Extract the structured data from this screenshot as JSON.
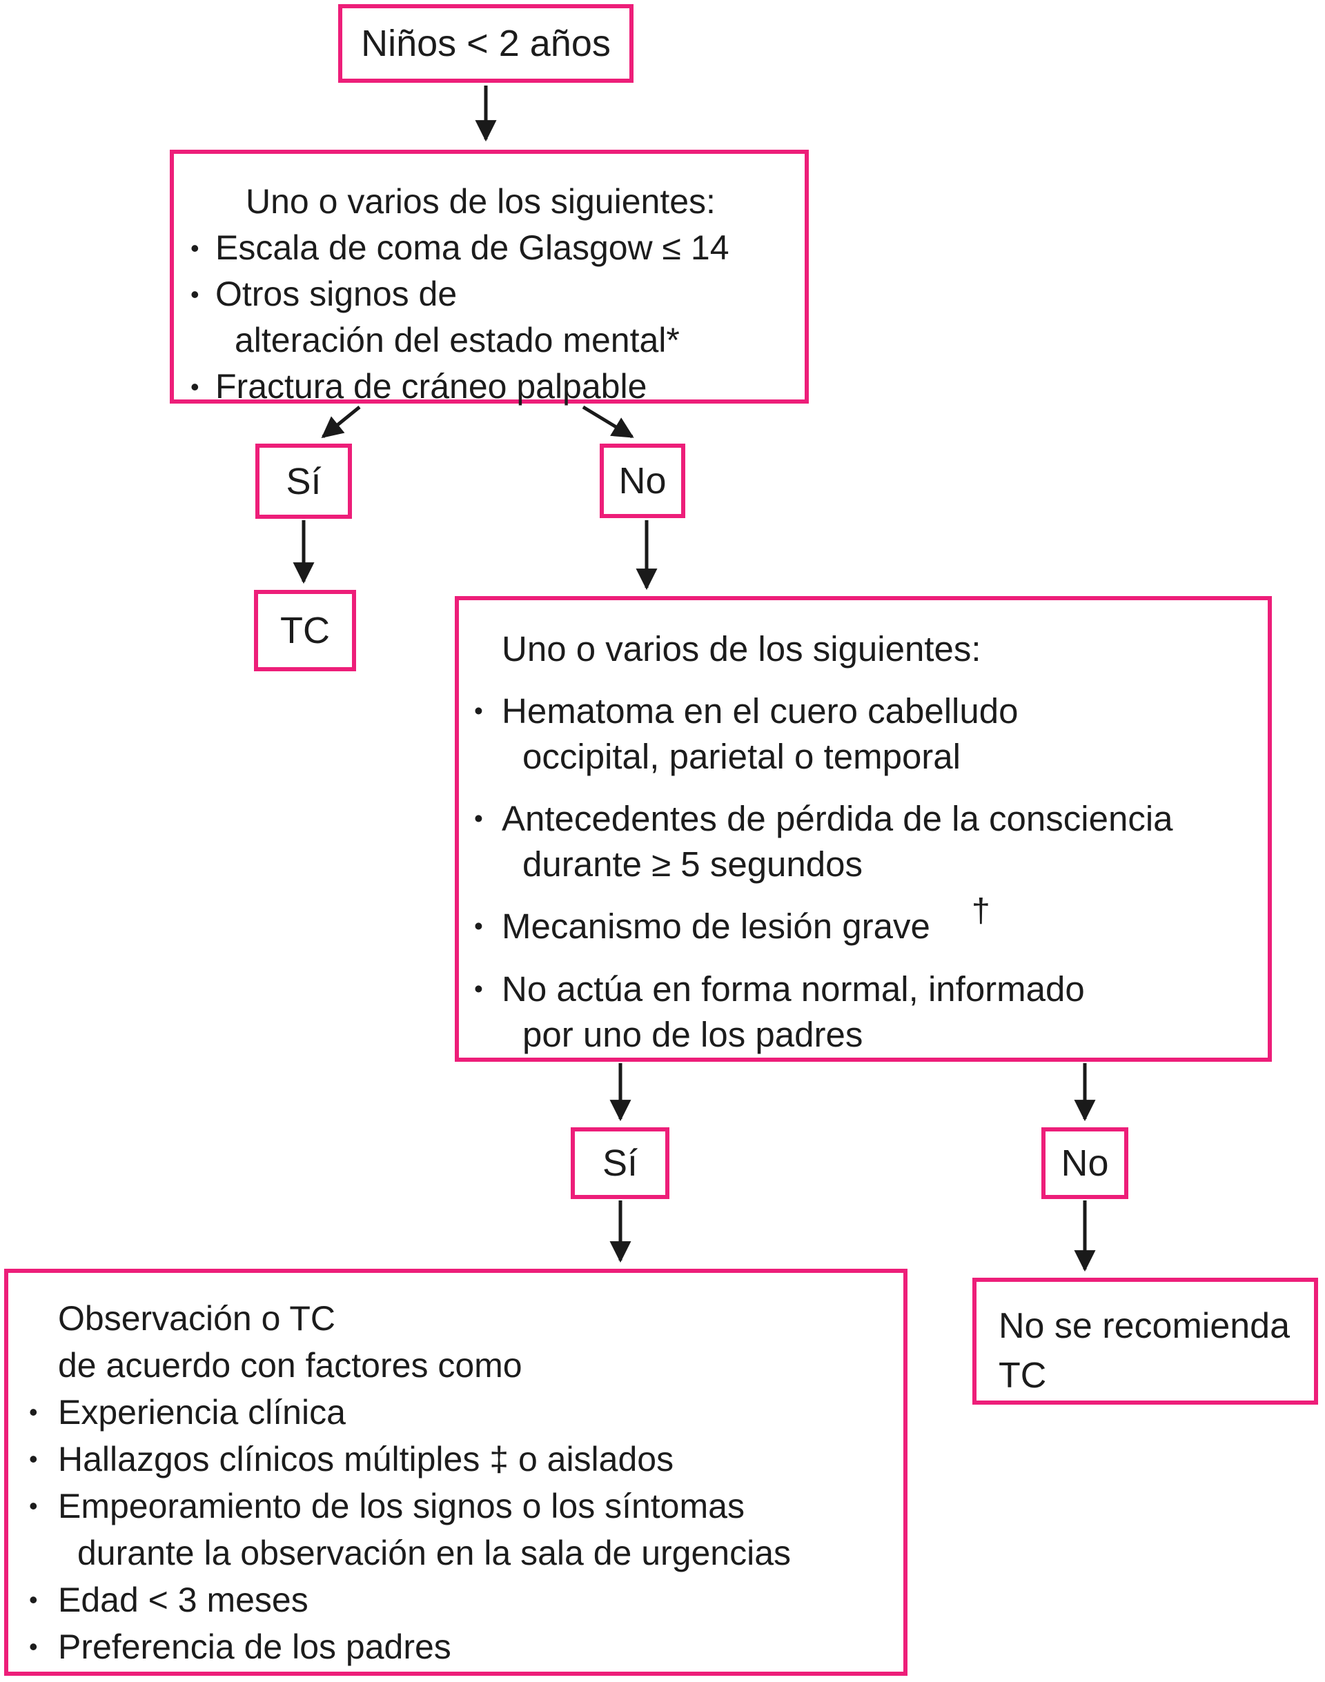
{
  "palette": {
    "accent": "#ED1E79",
    "text": "#1c1c1c",
    "background": "#ffffff",
    "arrow": "#1a1a1a"
  },
  "nodes": {
    "root": {
      "label": "Niños < 2 años"
    },
    "criteria1": {
      "heading": "Uno o varios de los siguientes:",
      "bullets": [
        {
          "lines": [
            "Escala de coma de Glasgow ≤ 14"
          ]
        },
        {
          "lines": [
            "Otros signos de",
            "alteración del estado mental*"
          ]
        },
        {
          "lines": [
            "Fractura de cráneo palpable"
          ]
        }
      ]
    },
    "yes1": {
      "label": "Sí"
    },
    "no1": {
      "label": "No"
    },
    "ct": {
      "label": "TC"
    },
    "criteria2": {
      "heading": "Uno o varios de los siguientes:",
      "bullets": [
        {
          "lines": [
            "Hematoma en el cuero cabelludo",
            "occipital, parietal o temporal"
          ]
        },
        {
          "lines": [
            "Antecedentes de pérdida de la consciencia",
            "durante ≥ 5 segundos"
          ]
        },
        {
          "lines": [
            "Mecanismo de lesión grave"
          ],
          "superscript": "†"
        },
        {
          "lines": [
            "No actúa en forma normal, informado",
            "por uno de los padres"
          ]
        }
      ]
    },
    "yes2": {
      "label": "Sí"
    },
    "no2": {
      "label": "No"
    },
    "observation": {
      "heading_lines": [
        "Observación o TC",
        "de acuerdo con factores como"
      ],
      "bullets": [
        {
          "lines": [
            "Experiencia clínica"
          ]
        },
        {
          "lines": [
            "Hallazgos clínicos múltiples ‡ o aislados"
          ]
        },
        {
          "lines": [
            "Empeoramiento de los signos o los síntomas",
            "durante la observación en la sala de urgencias"
          ]
        },
        {
          "lines": [
            "Edad < 3 meses"
          ]
        },
        {
          "lines": [
            "Preferencia de los padres"
          ]
        }
      ]
    },
    "no_ct": {
      "lines": [
        "No se recomienda",
        "TC"
      ]
    }
  }
}
